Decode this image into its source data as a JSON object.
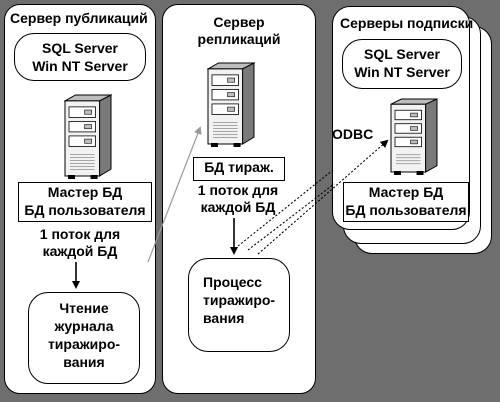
{
  "publication": {
    "title": "Сервер публикаций",
    "sw_line1": "SQL Server",
    "sw_line2": "Win NT Server",
    "db_line1": "Мастер БД",
    "db_line2": "БД пользователя",
    "thread_line1": "1 поток для",
    "thread_line2": "каждой БД",
    "reader_line1": "Чтение",
    "reader_line2": "журнала",
    "reader_line3": "тиражиро-",
    "reader_line4": "вания"
  },
  "replication": {
    "title_line1": "Сервер",
    "title_line2": "репликаций",
    "db_label": "БД тираж.",
    "thread_line1": "1 поток для",
    "thread_line2": "каждой БД",
    "process_line1": "Процесс",
    "process_line2": "тиражиро-",
    "process_line3": "вания"
  },
  "subscriptions": {
    "title": "Серверы подписки",
    "sw_line1": "SQL Server",
    "sw_line2": "Win NT Server",
    "odbc": "ODBC",
    "db_line1": "Мастер БД",
    "db_line2": "БД пользователя"
  },
  "colors": {
    "background": "#6e6e6e",
    "panel": "#ffffff",
    "line": "#000000",
    "server_light": "#f2f2f2",
    "server_mid": "#bdbdbd",
    "server_dark": "#7a7a7a"
  }
}
